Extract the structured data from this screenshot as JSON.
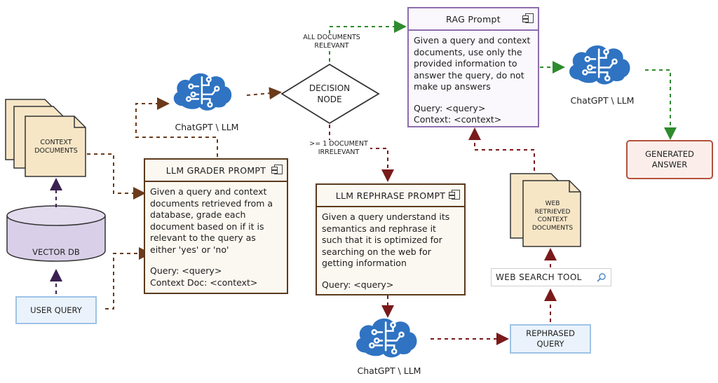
{
  "nodes": {
    "context_docs": "CONTEXT DOCUMENTS",
    "vector_db": "VECTOR DB",
    "user_query": "USER QUERY",
    "llm_top": "ChatGPT \\ LLM",
    "llm_right": "ChatGPT \\ LLM",
    "llm_bottom": "ChatGPT \\ LLM",
    "decision": "DECISION NODE",
    "web_docs": "WEB RETRIEVED CONTEXT DOCUMENTS",
    "web_search": "WEB SEARCH TOOL",
    "rephrased": "REPHRASED QUERY",
    "answer": "GENERATED ANSWER"
  },
  "grader": {
    "title": "LLM GRADER PROMPT",
    "text": "Given a query and context documents retrieved from a database, grade each document based on if it is relevant to the query as either 'yes' or 'no'",
    "query": "Query: <query>",
    "context": "Context Doc: <context>"
  },
  "rephrase": {
    "title": "LLM REPHRASE PROMPT",
    "text": "Given a query understand its semantics and rephrase it such that it is optimized for searching on the web for getting information",
    "query": "Query: <query>"
  },
  "rag": {
    "title": "RAG Prompt",
    "text": "Given a query and context documents, use only the provided information to answer the query, do not make up answers",
    "query": "Query: <query>",
    "context": "Context: <context>"
  },
  "edges": {
    "all_relevant": "ALL DOCUMENTS RELEVANT",
    "irrelevant": ">= 1 DOCUMENT IRRELEVANT"
  },
  "colors": {
    "brown_edge": "#6b3a1a",
    "green_edge": "#2e8b2e",
    "red_edge": "#7a1a1a",
    "cloud": "#2f73c2",
    "cyl": "#d9cfe8",
    "doc": "#f7e6c6"
  }
}
